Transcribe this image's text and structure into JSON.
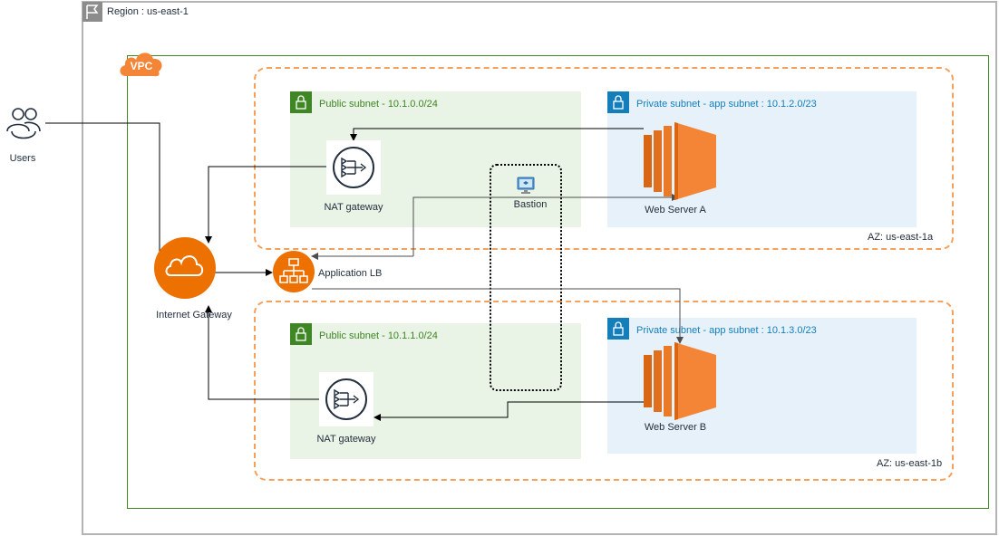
{
  "region": {
    "label": "Region : us-east-1"
  },
  "vpc": {
    "label": "VPC"
  },
  "users": {
    "label": "Users"
  },
  "internet_gateway": {
    "label": "Internet Gateway"
  },
  "load_balancer": {
    "label": "Application LB"
  },
  "bastion": {
    "label": "Bastion"
  },
  "az_a": {
    "label": "AZ: us-east-1a",
    "public_subnet": "Public subnet - 10.1.0.0/24",
    "private_subnet": "Private subnet - app subnet : 10.1.2.0/23",
    "nat_label": "NAT gateway",
    "server_label": "Web Server A"
  },
  "az_b": {
    "label": "AZ: us-east-1b",
    "public_subnet": "Public subnet - 10.1.1.0/24",
    "private_subnet": "Private subnet - app subnet : 10.1.3.0/23",
    "nat_label": "NAT gateway",
    "server_label": "Web Server B"
  },
  "colors": {
    "vpc_green": "#3f8624",
    "private_blue": "#147eba",
    "orange": "#ed7100",
    "az_dash": "#f5a05a"
  }
}
